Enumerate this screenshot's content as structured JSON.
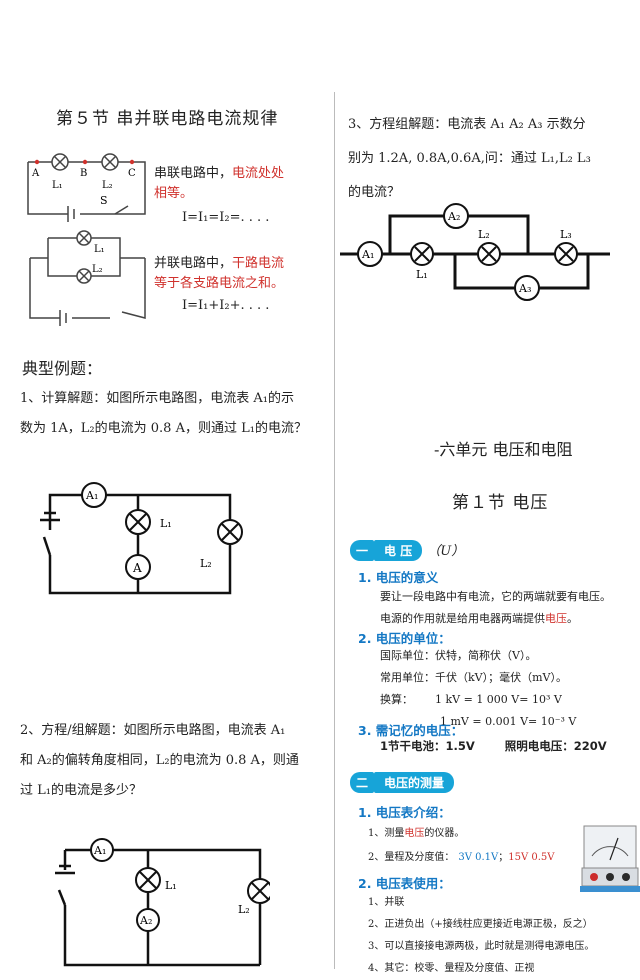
{
  "left": {
    "section_title": "第５节 串并联电路电流规律",
    "series_note_a": "串联电路中，",
    "series_note_b": "电流处处",
    "series_note_c": "相等。",
    "series_formula": "I=I₁=I₂=. . . .",
    "parallel_note_a": "并联电路中，",
    "parallel_note_b": "干路电流",
    "parallel_note_c": "等于各支路电流之和。",
    "parallel_formula": "I=I₁+I₂+. . . .",
    "examples_heading": "典型例题：",
    "q1_line1": "1、计算解题：如图所示电路图，电流表 A₁的示",
    "q1_line2": "数为 1A，L₂的电流为 0.8 A，则通过 L₁的电流？",
    "q2_line1": "2、方程/组解题：如图所示电路图，电流表 A₁",
    "q2_line2": "和 A₂的偏转角度相同，L₂的电流为 0.8 A，则通",
    "q2_line3": "过 L₁的电流是多少？",
    "diag_labels": {
      "A": "A",
      "B": "B",
      "C": "C",
      "L1": "L₁",
      "L2": "L₂",
      "S": "S",
      "A1": "A₁",
      "A2": "A₂",
      "Am": "A"
    }
  },
  "right": {
    "q3_line1": "3、方程组解题：电流表 A₁ A₂ A₃ 示数分",
    "q3_line2": "别为 1.2A, 0.8A,0.6A,问：通过 L₁,L₂ L₃",
    "q3_line3": "的电流？",
    "diag_labels": {
      "A1": "A₁",
      "A2": "A₂",
      "A3": "A₃",
      "L1": "L₁",
      "L2": "L₂",
      "L3": "L₃"
    },
    "unit_title": "-六单元 电压和电阻",
    "section_title": "第１节 电压",
    "tag1_num": "一",
    "tag1": "电  压",
    "tag1_sym": "（U）",
    "p1_head": "1. 电压的意义",
    "p1_l1": "要让一段电路中有电流，它的两端就要有电压。",
    "p1_l2a": "电源的作用就是给用电器两端提供",
    "p1_l2b": "电压",
    "p1_l2c": "。",
    "p2_head": "2. 电压的单位：",
    "p2_l1": "国际单位：伏特，简称伏（V）。",
    "p2_l2": "常用单位：千伏（kV）；毫伏（mV）。",
    "p2_l3a": "换算：",
    "p2_l3b": "1 kV = 1 000 V= 10³ V",
    "p2_l4": "1 mV = 0.001 V= 10⁻³ V",
    "p3_head": "3. 需记忆的电压：",
    "p3_l1a": "1节干电池：1.5V",
    "p3_l1b": "照明电电压：220V",
    "tag2_num": "二",
    "tag2": "电压的测量",
    "m1_head": "1. 电压表介绍：",
    "m1_l1a": "1、测量",
    "m1_l1b": "电压",
    "m1_l1c": "的仪器。",
    "m1_l2a": "2、量程及分度值：",
    "m1_l2b": "3V  0.1V",
    "m1_l2c": "；",
    "m1_l2d": "15V  0.5V",
    "m2_head": "2. 电压表使用：",
    "m2_l1": "1、并联",
    "m2_l2": "2、正进负出（+接线柱应更接近电源正极，反之）",
    "m2_l3": "3、可以直接接电源两极，此时就是测得电源电压。",
    "m2_l4": "4、其它：校零、量程及分度值、正视",
    "colors": {
      "accent": "#17a4d8",
      "heading": "#1478c4",
      "red": "#d0322d"
    }
  }
}
